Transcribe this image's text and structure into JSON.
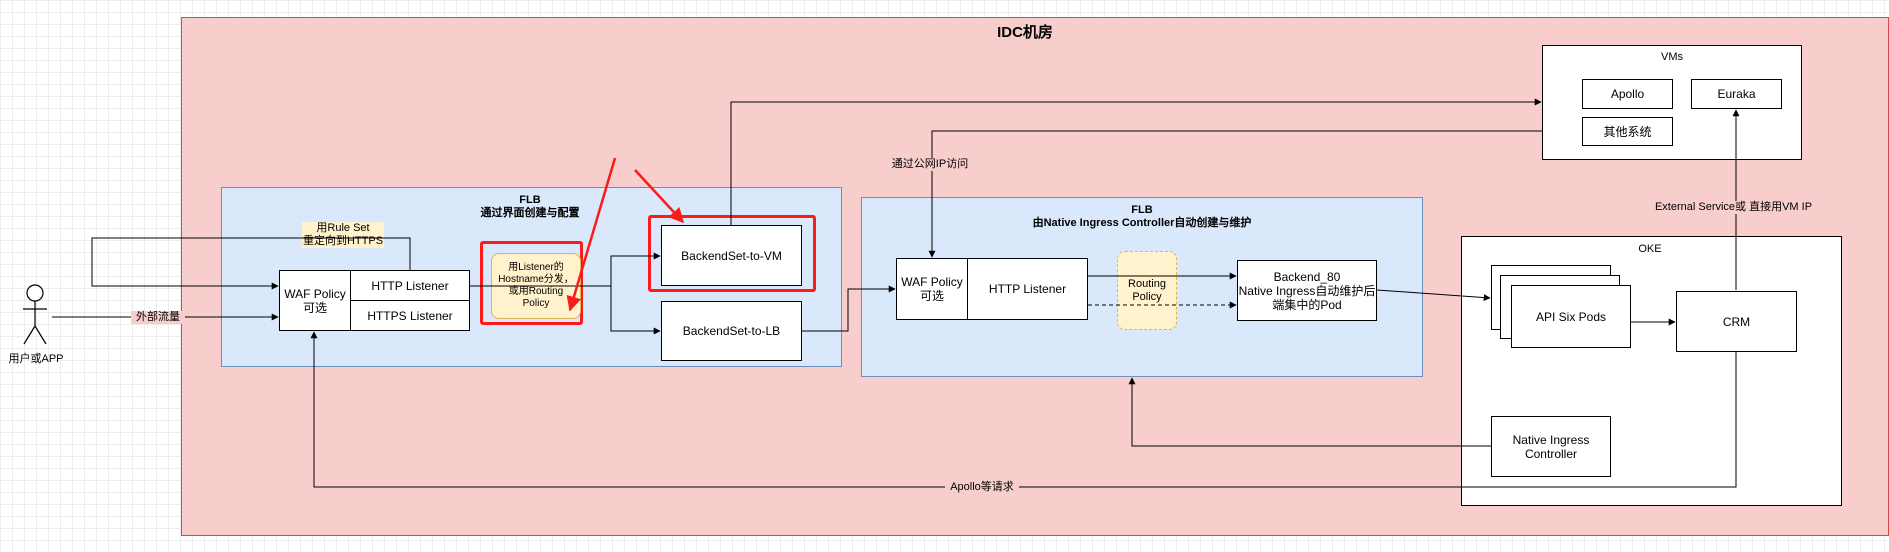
{
  "idc": {
    "title": "IDC机房"
  },
  "vms": {
    "title": "VMs",
    "apollo": "Apollo",
    "euraka": "Euraka",
    "other": "其他系统"
  },
  "flb_left": {
    "title": "FLB\n通过界面创建与配置",
    "waf": "WAF Policy\n可选",
    "http_listener": "HTTP Listener",
    "https_listener": "HTTPS Listener",
    "routing_note": "用Listener的\nHostname分发，\n或用Routing\nPolicy",
    "backend_vm": "BackendSet-to-VM",
    "backend_lb": "BackendSet-to-LB",
    "rule_set_note": "用Rule Set\n重定向到HTTPS"
  },
  "flb_right": {
    "title": "FLB\n由Native Ingress Controller自动创建与维护",
    "waf": "WAF Policy\n可选",
    "http_listener": "HTTP Listener",
    "routing_policy": "Routing\nPolicy",
    "backend": "Backend_80\nNative Ingress自动维护后\n端集中的Pod"
  },
  "oke": {
    "title": "OKE",
    "api_six": "API Six  Pods",
    "crm": "CRM",
    "nic": "Native Ingress\nController"
  },
  "labels": {
    "public_ip": "通过公网IP访问",
    "external_service": "External Service或 直接用VM IP",
    "external_traffic": "外部流量",
    "apollo_requests": "Apollo等请求"
  },
  "actor": {
    "label": "用户或APP"
  },
  "colors": {
    "idc_fill": "#f8cecc",
    "idc_border": "#d84a4a",
    "flb_fill": "#dae8fc",
    "flb_border": "#6c8ebf",
    "note_fill": "#fff2cc",
    "note_border": "#d6b656",
    "highlight_red": "#ff1a1a",
    "rule_set_bg": "#fff2cc"
  }
}
